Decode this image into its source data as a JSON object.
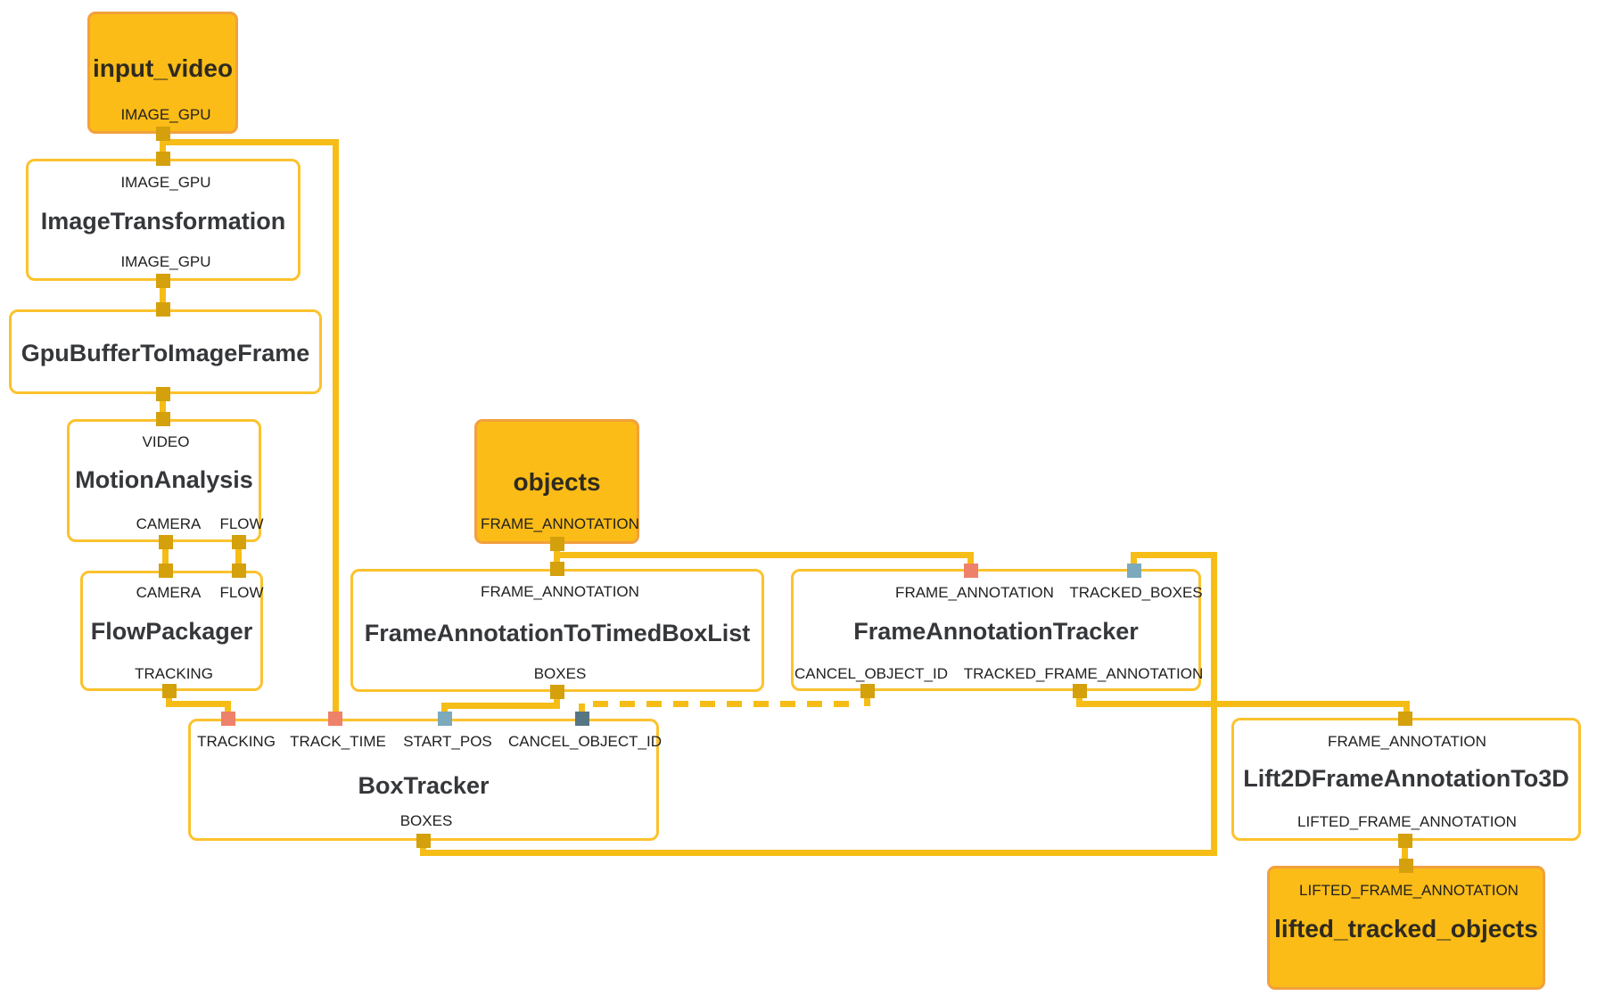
{
  "diagram": {
    "kind": "mediapipe-graph-visualization",
    "colors": {
      "edge": "#F5BD16",
      "node_border": "#FCC22D",
      "node_fill": "#FFFFFF",
      "stream_fill": "#FBBC17",
      "stream_border": "#F2A03D",
      "port_gold": "#D4A00C",
      "port_salmon": "#EE8169",
      "port_teal": "#7CA9BC",
      "port_slate": "#567683",
      "text": "#35373A",
      "label": "#212121"
    }
  },
  "nodes": {
    "input_video": {
      "title": "input_video",
      "outputs": [
        "IMAGE_GPU"
      ]
    },
    "image_transformation": {
      "title": "ImageTransformation",
      "inputs": [
        "IMAGE_GPU"
      ],
      "outputs": [
        "IMAGE_GPU"
      ]
    },
    "gpu_buffer_to_image_frame": {
      "title": "GpuBufferToImageFrame"
    },
    "motion_analysis": {
      "title": "MotionAnalysis",
      "inputs": [
        "VIDEO"
      ],
      "outputs": [
        "CAMERA",
        "FLOW"
      ]
    },
    "flow_packager": {
      "title": "FlowPackager",
      "inputs": [
        "CAMERA",
        "FLOW"
      ],
      "outputs": [
        "TRACKING"
      ]
    },
    "objects": {
      "title": "objects",
      "outputs": [
        "FRAME_ANNOTATION"
      ]
    },
    "frame_annotation_to_timed_box_list": {
      "title": "FrameAnnotationToTimedBoxList",
      "inputs": [
        "FRAME_ANNOTATION"
      ],
      "outputs": [
        "BOXES"
      ]
    },
    "frame_annotation_tracker": {
      "title": "FrameAnnotationTracker",
      "inputs": [
        "FRAME_ANNOTATION",
        "TRACKED_BOXES"
      ],
      "outputs": [
        "CANCEL_OBJECT_ID",
        "TRACKED_FRAME_ANNOTATION"
      ]
    },
    "box_tracker": {
      "title": "BoxTracker",
      "inputs": [
        "TRACKING",
        "TRACK_TIME",
        "START_POS",
        "CANCEL_OBJECT_ID"
      ],
      "outputs": [
        "BOXES"
      ]
    },
    "lift_2d_frame_annotation_to_3d": {
      "title": "Lift2DFrameAnnotationTo3D",
      "inputs": [
        "FRAME_ANNOTATION"
      ],
      "outputs": [
        "LIFTED_FRAME_ANNOTATION"
      ]
    },
    "lifted_tracked_objects": {
      "title": "lifted_tracked_objects",
      "inputs": [
        "LIFTED_FRAME_ANNOTATION"
      ]
    }
  },
  "edges": [
    {
      "from": "input_video.IMAGE_GPU",
      "to": "image_transformation.IMAGE_GPU",
      "style": "solid"
    },
    {
      "from": "input_video.IMAGE_GPU",
      "to": "box_tracker.TRACK_TIME",
      "style": "solid"
    },
    {
      "from": "image_transformation.IMAGE_GPU",
      "to": "gpu_buffer_to_image_frame",
      "style": "solid"
    },
    {
      "from": "gpu_buffer_to_image_frame",
      "to": "motion_analysis.VIDEO",
      "style": "solid"
    },
    {
      "from": "motion_analysis.CAMERA",
      "to": "flow_packager.CAMERA",
      "style": "solid"
    },
    {
      "from": "motion_analysis.FLOW",
      "to": "flow_packager.FLOW",
      "style": "solid"
    },
    {
      "from": "flow_packager.TRACKING",
      "to": "box_tracker.TRACKING",
      "style": "solid"
    },
    {
      "from": "objects.FRAME_ANNOTATION",
      "to": "frame_annotation_to_timed_box_list.FRAME_ANNOTATION",
      "style": "solid"
    },
    {
      "from": "objects.FRAME_ANNOTATION",
      "to": "frame_annotation_tracker.FRAME_ANNOTATION",
      "style": "solid"
    },
    {
      "from": "frame_annotation_to_timed_box_list.BOXES",
      "to": "box_tracker.START_POS",
      "style": "solid"
    },
    {
      "from": "frame_annotation_tracker.CANCEL_OBJECT_ID",
      "to": "box_tracker.CANCEL_OBJECT_ID",
      "style": "dashed"
    },
    {
      "from": "box_tracker.BOXES",
      "to": "frame_annotation_tracker.TRACKED_BOXES",
      "style": "solid"
    },
    {
      "from": "frame_annotation_tracker.TRACKED_FRAME_ANNOTATION",
      "to": "lift_2d_frame_annotation_to_3d.FRAME_ANNOTATION",
      "style": "solid"
    },
    {
      "from": "lift_2d_frame_annotation_to_3d.LIFTED_FRAME_ANNOTATION",
      "to": "lifted_tracked_objects.LIFTED_FRAME_ANNOTATION",
      "style": "solid"
    }
  ]
}
